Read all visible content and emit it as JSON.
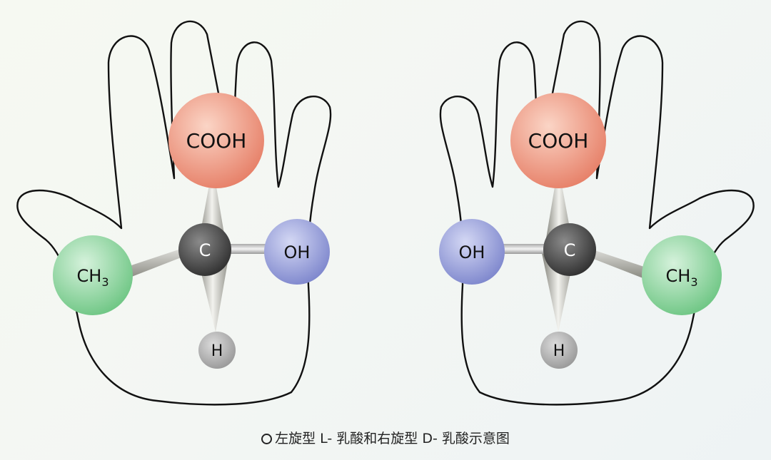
{
  "caption": {
    "text": "左旋型 L- 乳酸和右旋型 D- 乳酸示意图"
  },
  "molecules": {
    "left": {
      "top": "COOH",
      "center": "C",
      "side_outer": "CH",
      "side_outer_sub": "3",
      "side_inner": "OH",
      "bottom": "H"
    },
    "right": {
      "top": "COOH",
      "center": "C",
      "side_outer": "CH",
      "side_outer_sub": "3",
      "side_inner": "OH",
      "bottom": "H"
    }
  },
  "colors": {
    "cooh": "#ec8f78",
    "carbon": "#404040",
    "oh": "#8a92d2",
    "ch3": "#80d093",
    "hydrogen": "#a6a6a6",
    "outline": "#111111"
  }
}
